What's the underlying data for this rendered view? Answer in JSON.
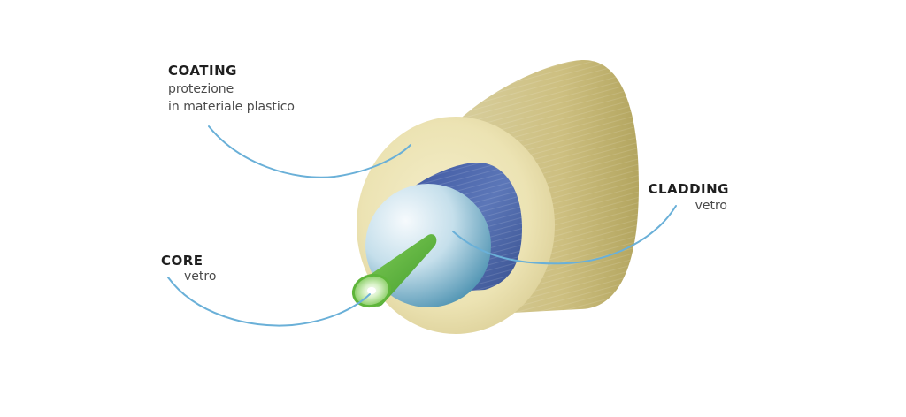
{
  "diagram": {
    "colors": {
      "coating_light": "#efe9c0",
      "coating_dark": "#b9ad69",
      "cladding": "#4f68ac",
      "core_face": "#ddeef5",
      "core_face_dark": "#3c87a9",
      "core_fiber": "#5fb83b",
      "leader_line": "#6ab0d8"
    },
    "labels": {
      "coating": {
        "title": "COATING",
        "line1": "protezione",
        "line2": "in materiale plastico"
      },
      "cladding": {
        "title": "CLADDING",
        "subtitle": "vetro"
      },
      "core": {
        "title": "CORE",
        "subtitle": "vetro"
      }
    }
  }
}
